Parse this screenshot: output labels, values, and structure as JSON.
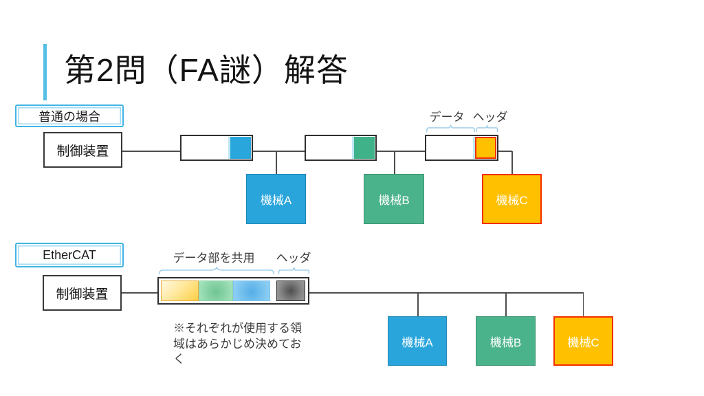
{
  "slide_title": "第2問（FA謎）解答",
  "colors": {
    "accent_blue": "#41B4E4",
    "machine_a_blue": "#29A5DB",
    "machine_b_green": "#4BB38C",
    "machine_c_orange": "#FFC000",
    "highlight_red": "#F23000",
    "brace_blue": "#96C9E9"
  },
  "normal": {
    "tag": "普通の場合",
    "controller": "制御装置",
    "data_label": "データ",
    "header_label": "ヘッダ",
    "machines": [
      {
        "label": "機械A"
      },
      {
        "label": "機械B"
      },
      {
        "label": "機械C"
      }
    ]
  },
  "ethercat": {
    "tag": "EtherCAT",
    "controller": "制御装置",
    "data_label": "データ部を共用",
    "header_label": "ヘッダ",
    "note": "※それぞれが使用する領域はあらかじめ決めておく",
    "machines": [
      {
        "label": "機械A"
      },
      {
        "label": "機械B"
      },
      {
        "label": "機械C"
      }
    ]
  }
}
